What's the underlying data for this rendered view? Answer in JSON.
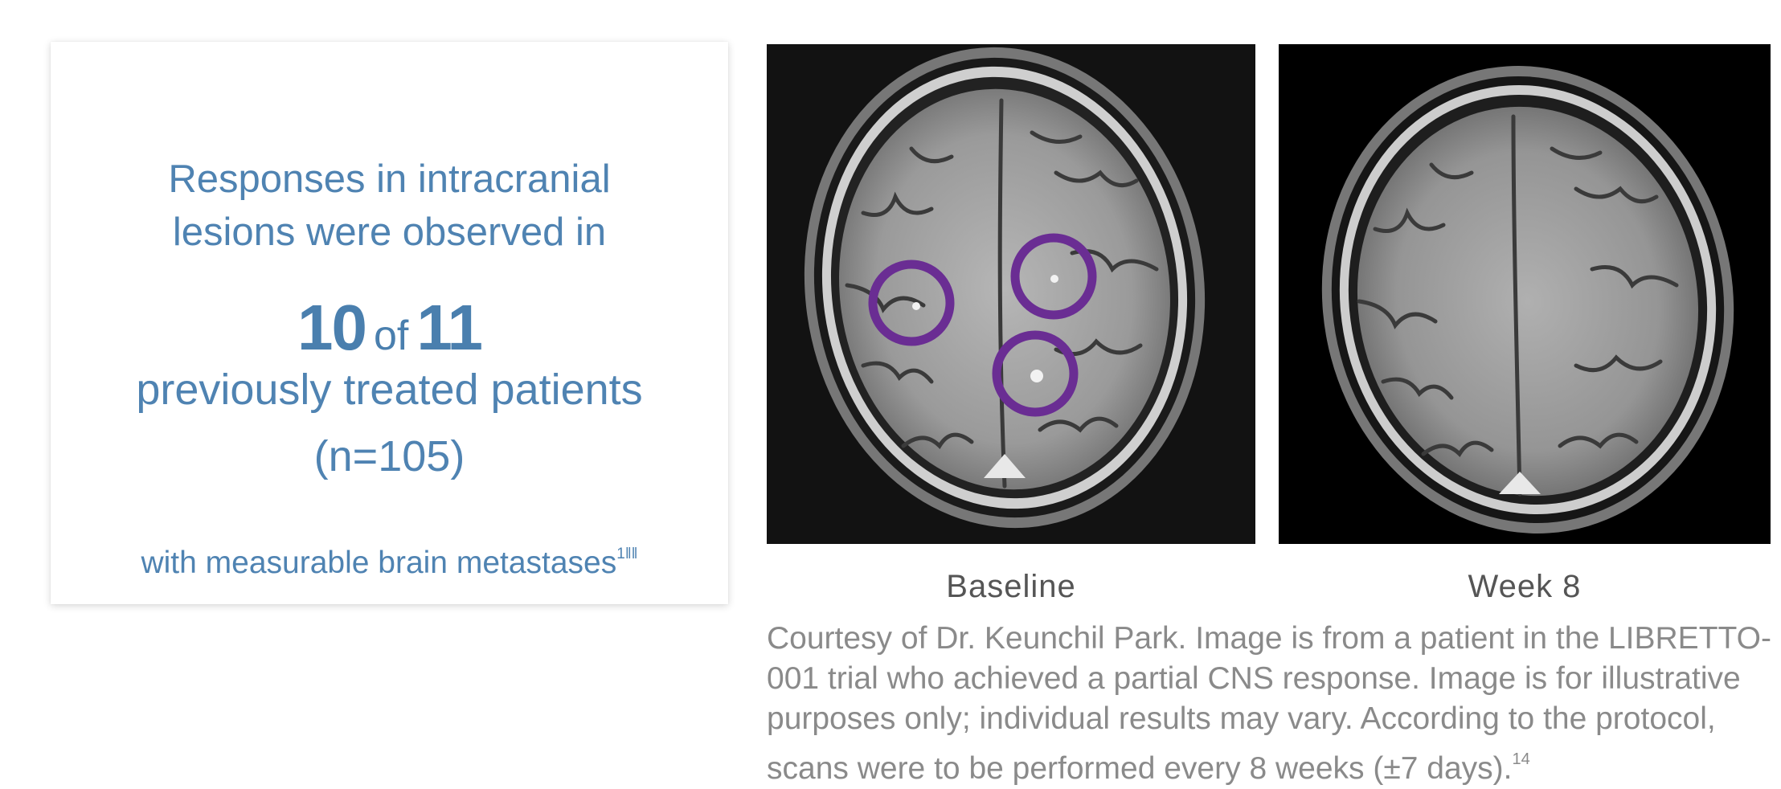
{
  "card": {
    "intro_line1": "Responses in intracranial",
    "intro_line2": "lesions were observed in",
    "stat_num": "10",
    "stat_of": "of",
    "stat_den": "11",
    "patients": "previously treated patients",
    "n": "(n=105)",
    "measurable": "with measurable brain metastases",
    "measurable_ref": "1‖‖"
  },
  "images": {
    "baseline_label": "Baseline",
    "week8_label": "Week 8",
    "circle_color": "#6a2d93"
  },
  "caption": {
    "text": "Courtesy of Dr. Keunchil Park. Image is from a patient in the LIBRETTO-001 trial who achieved a partial CNS response. Image is for illustrative purposes only; individual results may vary. According to the protocol, scans were to be performed every 8 weeks (±7 days).",
    "ref": "14"
  }
}
